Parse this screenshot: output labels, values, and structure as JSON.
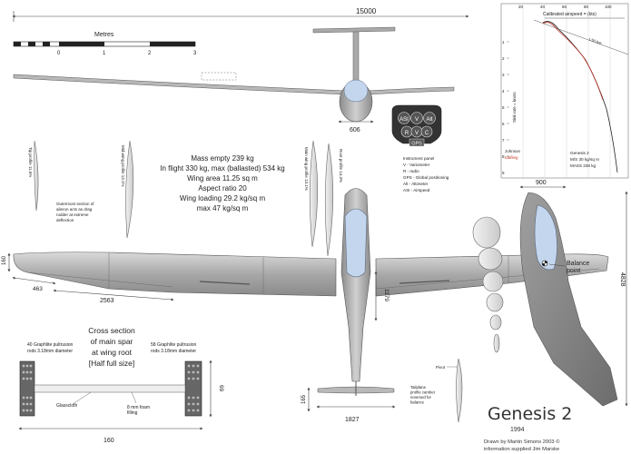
{
  "scale_bar": {
    "title": "Metres",
    "ticks": [
      "0",
      "1",
      "2",
      "3"
    ]
  },
  "dimensions": {
    "span": "15000",
    "fuselage_width": "606",
    "wing_root_tip": "160",
    "aileron_section": "463",
    "flap_section": "2563",
    "root_chord": "1179",
    "tailplane_span": "1827",
    "tailplane_chord": "165",
    "fuselage_height": "900",
    "fuselage_length": "4828",
    "spar_width": "160",
    "spar_height": "69"
  },
  "profiles": {
    "tip": "Tip profile 11.6%",
    "mid_wing": "Mid-wing profile 13.1%",
    "main_wing": "Main wing profile 13.1%",
    "root": "Root profile 14.3%",
    "tailplane_profile_note": "Tailplane profile camber reversed for balance",
    "pivot": "Pivot"
  },
  "aileron_note": "Outermost section of aileron acts as drag rudder at extreme deflection",
  "specs": [
    "Mass empty 239 kg",
    "In flight 330 kg, max (ballasted) 534 kg",
    "Wing area 11.25 sq m",
    "Aspect ratio 20",
    "Wing loading 29.2 kg/sq m",
    "max 47 kg/sq m"
  ],
  "instrument_panel": {
    "dials": [
      "ASI",
      "V",
      "Alt",
      "R",
      "V",
      "C"
    ],
    "gps_label": "GPS",
    "legend": [
      "Instrument panel",
      "V - Variometer",
      "R - radio",
      "GPS - Global positioning",
      "Alt - Altimeter",
      "ASI - Airspeed"
    ]
  },
  "polar": {
    "xlabel": "Calibrated airspeed = (kts)",
    "x_ticks": [
      "20",
      "40",
      "60",
      "80",
      "100"
    ],
    "y_ticks": [
      "1",
      "2",
      "3",
      "4",
      "5",
      "6",
      "7",
      "8",
      "9"
    ],
    "ylabel": "Sink rate = knots",
    "curve_label": "1:50 line",
    "legend_johnson": "Johnson",
    "legend_idaflieg": "Idaflieg",
    "note": [
      "Genesis 2",
      "M/S 30 kg/sq m",
      "MASS 338 kg"
    ],
    "colors": {
      "johnson": "#222222",
      "idaflieg": "#c0392b"
    }
  },
  "spar": {
    "title": [
      "Cross section",
      "of main spar",
      "at wing root",
      "[Half full size]"
    ],
    "left_note": [
      "40 Graphlite pultrusion",
      "rods 3.18mm diameter"
    ],
    "right_note": [
      "58 Graphlite pultrusion",
      "rods 3.18mm diameter"
    ],
    "glasscloth": "Glasscloth",
    "foam": [
      "8 mm foam",
      "filling"
    ]
  },
  "balance": [
    "Balance",
    "point"
  ],
  "title": "Genesis 2",
  "year": "1994",
  "credits": [
    "Drawn by Martin Simons 2003 ©",
    "information supplied Jim Marske"
  ],
  "colors": {
    "canopy": "#c4d6ee",
    "structure": "#9a9a9a",
    "ink": "#222222"
  }
}
